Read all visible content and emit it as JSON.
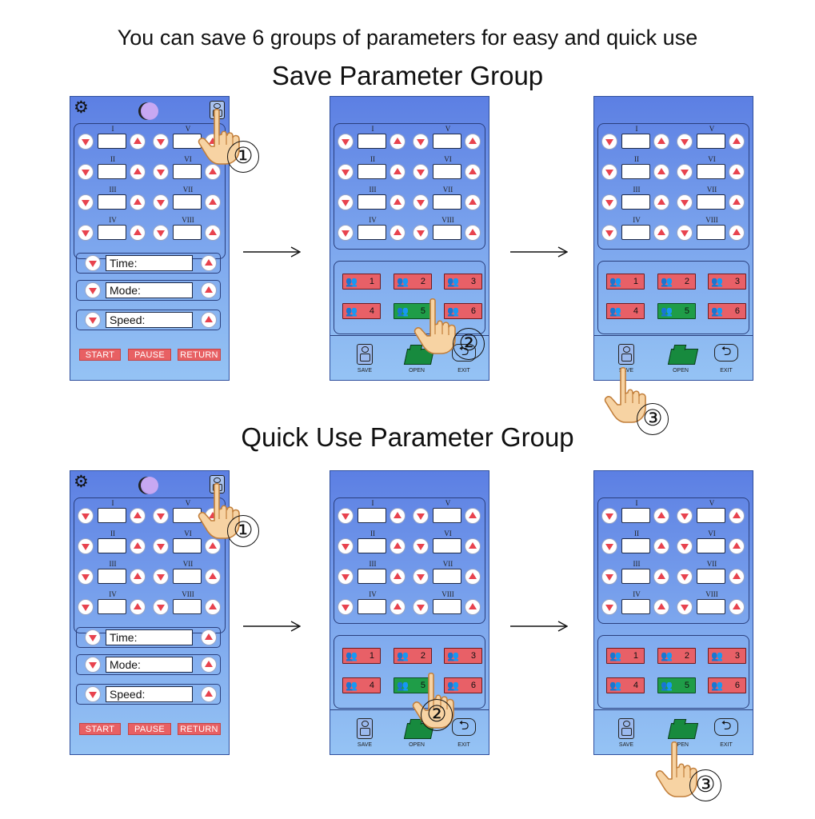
{
  "headings": {
    "intro": "You can save 6 groups of parameters for easy and quick use",
    "save_section": "Save Parameter Group",
    "quick_section": "Quick Use Parameter Group"
  },
  "numerals": [
    "I",
    "V",
    "II",
    "VI",
    "III",
    "VII",
    "IV",
    "VIII"
  ],
  "settings": {
    "time": "Time:",
    "mode": "Mode:",
    "speed": "Speed:"
  },
  "actions": {
    "start": "START",
    "pause": "PAUSE",
    "return": "RETURN"
  },
  "groups": [
    "1",
    "2",
    "3",
    "4",
    "5",
    "6"
  ],
  "selected_group": "5",
  "bottom_bar": {
    "save": "SAVE",
    "open": "OPEN",
    "exit": "EXIT"
  },
  "steps": [
    "①",
    "②",
    "③"
  ],
  "icons": {
    "settings": "gear-icon",
    "profile": "avatar-icon",
    "save": "floppy-disk-icon",
    "open": "folder-icon",
    "exit": "return-arrow-icon",
    "group": "people-group-icon",
    "decrease": "triangle-down-icon",
    "increase": "triangle-up-icon",
    "pointer": "pointing-hand-icon"
  },
  "colors": {
    "screen_top": "#5c7fe3",
    "screen_bottom": "#95c3f4",
    "arrow_button": "#e8434e",
    "group_default": "#e86067",
    "group_selected": "#1f9d48",
    "action_button": "#e86063"
  }
}
